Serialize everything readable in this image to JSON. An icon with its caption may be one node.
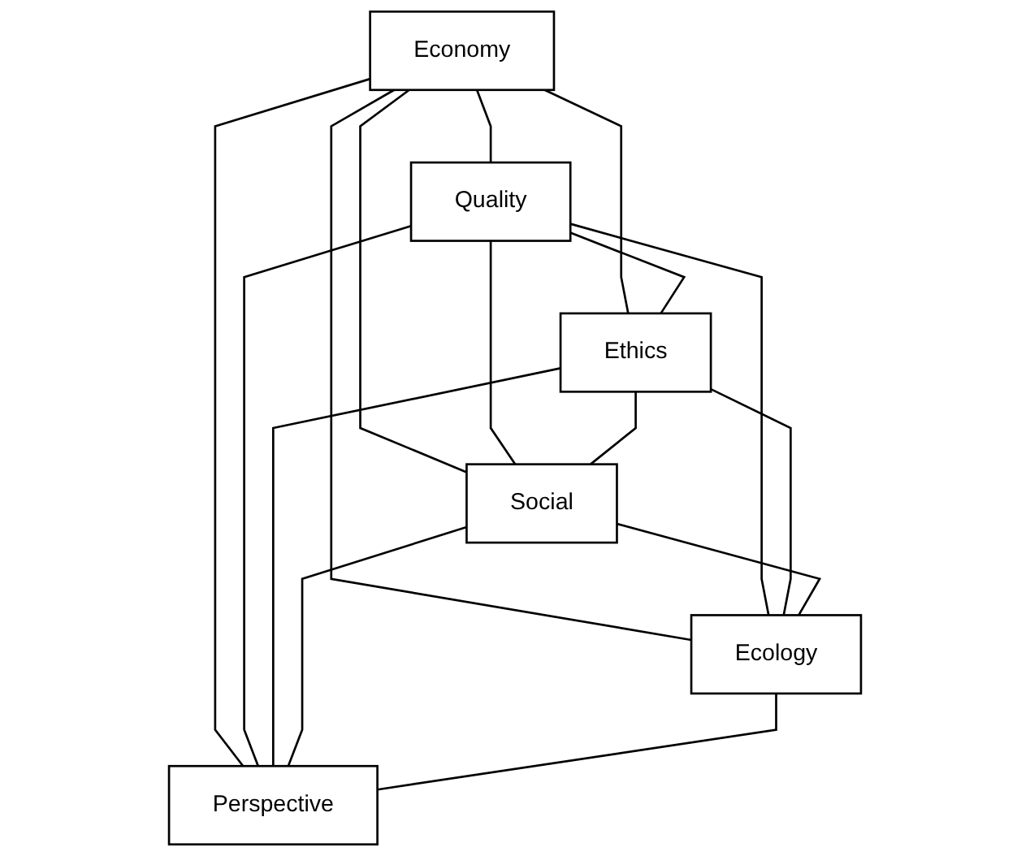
{
  "diagram": {
    "nodes": [
      {
        "text": [
          "Economy"
        ]
      },
      {
        "text": [
          "Quality"
        ]
      },
      {
        "text": [
          "Ethics"
        ]
      },
      {
        "text": [
          "Social"
        ]
      },
      {
        "text": [
          "Ecology"
        ]
      },
      {
        "text": [
          "Perspective"
        ]
      }
    ],
    "edges": [
      {
        "from": 0,
        "to": 1,
        "arrow": "none"
      },
      {
        "from": 0,
        "to": 2,
        "arrow": "none"
      },
      {
        "from": 0,
        "to": 3,
        "arrow": "none"
      },
      {
        "from": 0,
        "to": 4,
        "arrow": "none"
      },
      {
        "from": 0,
        "to": 5,
        "arrow": "none"
      },
      {
        "from": 1,
        "to": 2,
        "arrow": "none"
      },
      {
        "from": 1,
        "to": 3,
        "arrow": "none"
      },
      {
        "from": 1,
        "to": 4,
        "arrow": "none"
      },
      {
        "from": 1,
        "to": 5,
        "arrow": "none"
      },
      {
        "from": 2,
        "to": 3,
        "arrow": "none"
      },
      {
        "from": 2,
        "to": 4,
        "arrow": "none"
      },
      {
        "from": 2,
        "to": 5,
        "arrow": "none"
      },
      {
        "from": 3,
        "to": 4,
        "arrow": "none"
      },
      {
        "from": 3,
        "to": 5,
        "arrow": "none"
      },
      {
        "from": 4,
        "to": 5,
        "arrow": "none"
      }
    ]
  }
}
